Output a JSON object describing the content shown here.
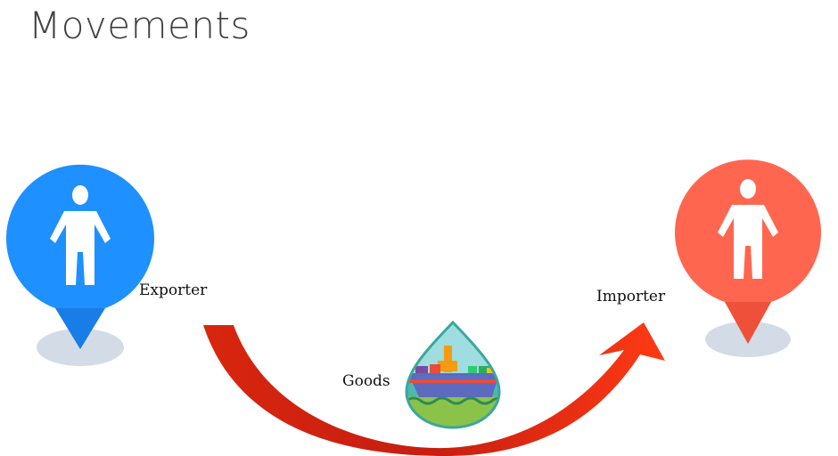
{
  "title": "Movements",
  "labels": {
    "exporter": "Exporter",
    "importer": "Importer",
    "goods": "Goods"
  },
  "colors": {
    "exporter_pin": "#1E90FF",
    "importer_pin": "#FF6650",
    "arrow": "#E8301A",
    "shadow": "#D3DCE6",
    "goods_drop": "#4BB9B0"
  },
  "icons": {
    "exporter": "person-location-pin-icon",
    "importer": "person-location-pin-icon",
    "goods": "cargo-ship-drop-icon",
    "movement": "curved-arrow-icon"
  }
}
